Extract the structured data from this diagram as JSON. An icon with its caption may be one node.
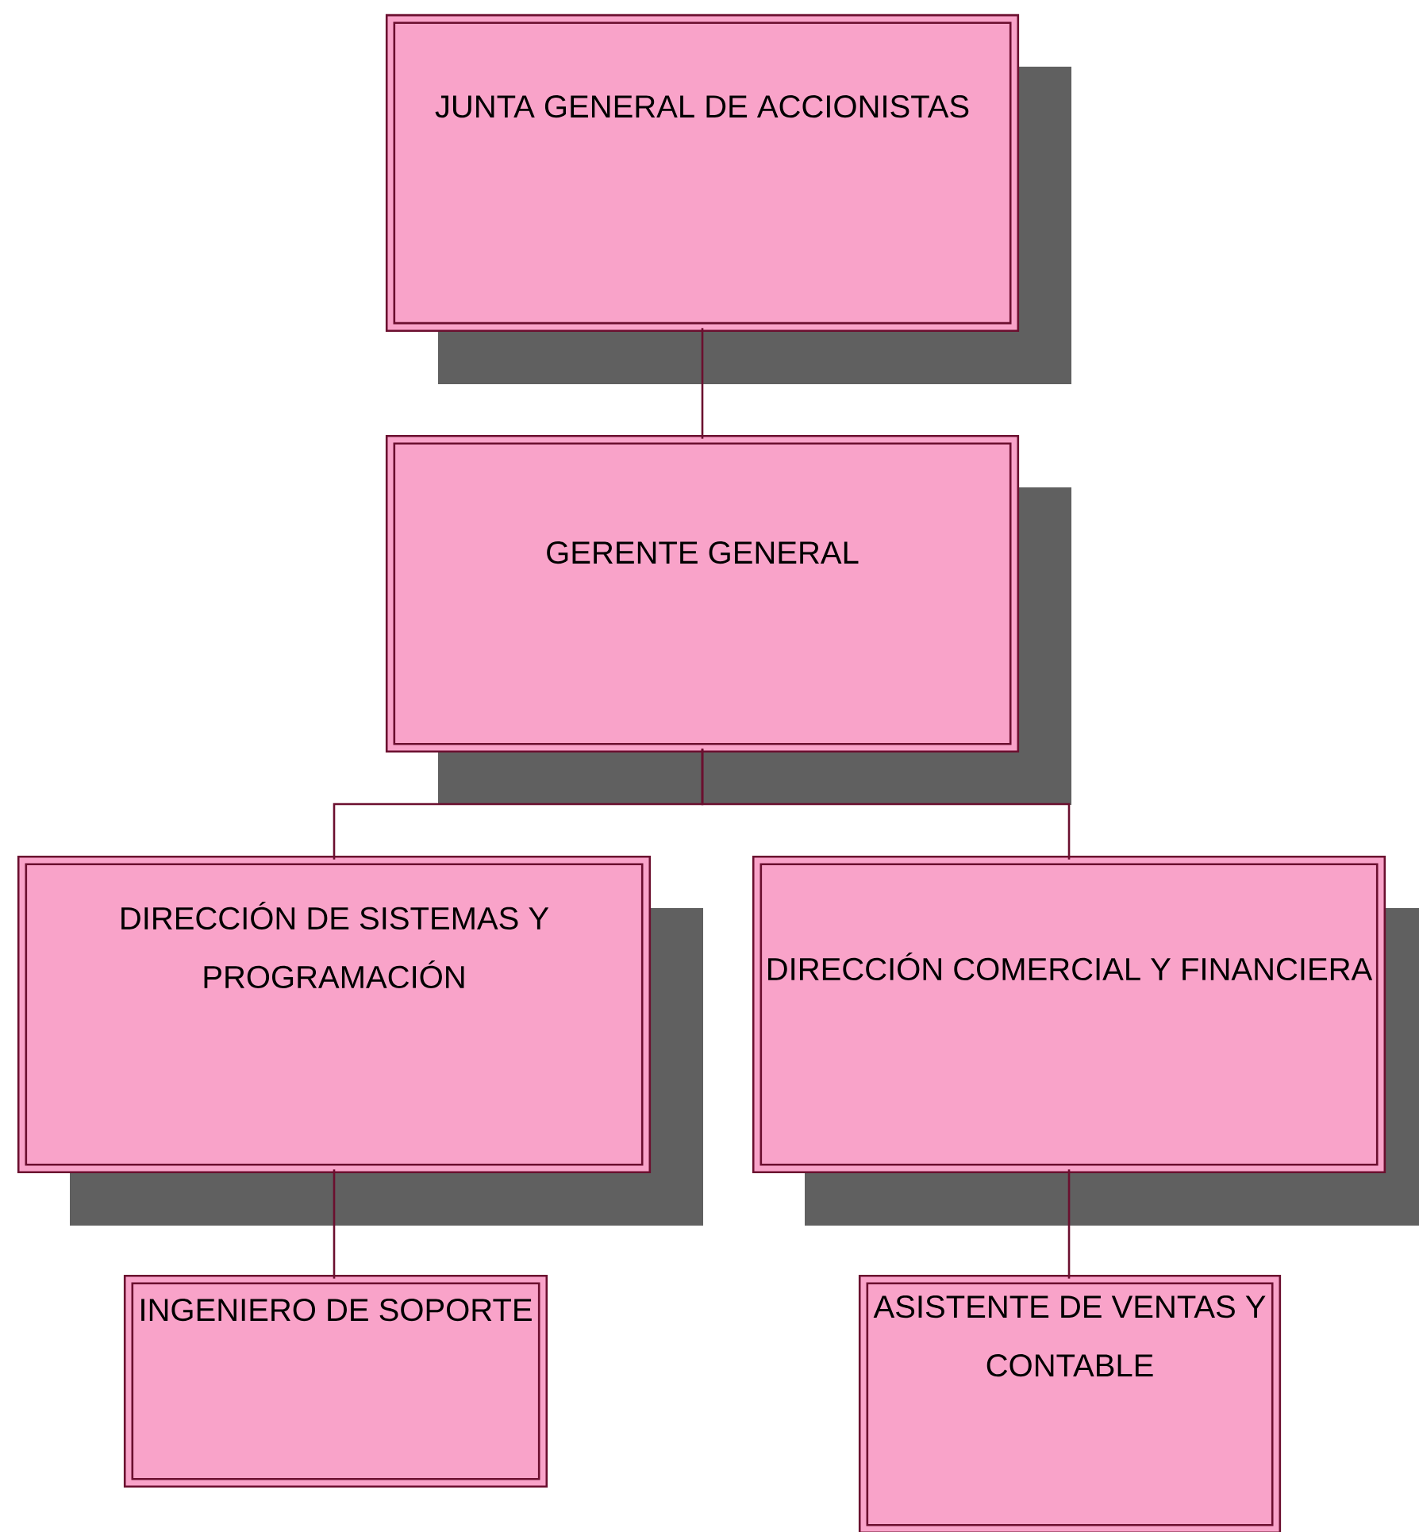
{
  "diagram": {
    "nodes": [
      {
        "text": [
          "JUNTA GENERAL DE ACCIONISTAS"
        ]
      },
      {
        "text": [
          "GERENTE GENERAL"
        ]
      },
      {
        "text": [
          "DIRECCIÓN DE SISTEMAS Y PROGRAMACIÓN"
        ]
      },
      {
        "text": [
          "DIRECCIÓN COMERCIAL Y FINANCIERA"
        ]
      },
      {
        "text": [
          "INGENIERO DE SOPORTE"
        ]
      },
      {
        "text": [
          "ASISTENTE DE VENTAS Y CONTABLE"
        ]
      }
    ],
    "edges": [
      {
        "from": 0,
        "to": 1,
        "arrow": "none"
      },
      {
        "from": 1,
        "to": 2,
        "arrow": "none"
      },
      {
        "from": 1,
        "to": 3,
        "arrow": "none"
      },
      {
        "from": 2,
        "to": 4,
        "arrow": "none"
      },
      {
        "from": 3,
        "to": 5,
        "arrow": "none"
      }
    ]
  }
}
